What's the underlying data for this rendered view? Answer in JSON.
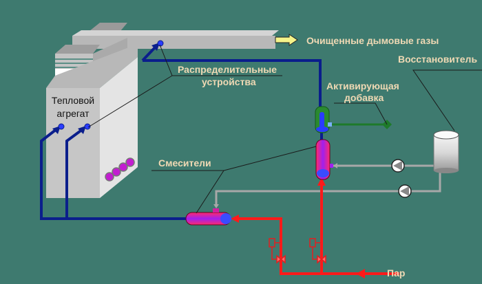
{
  "labels": {
    "flue_gas": "Очищенные дымовые газы",
    "distributors_line1": "Распределительные",
    "distributors_line2": "устройства",
    "additive_line1": "Активирующая",
    "additive_line2": "добавка",
    "reductant": "Восстановитель",
    "heat_unit_line1": "Тепловой",
    "heat_unit_line2": "агрегат",
    "mixers": "Смесители",
    "steam": "Пар"
  },
  "colors": {
    "background": "#3e7a6f",
    "label": "#efd9b4",
    "blue_pipe": "#0a1e8c",
    "steam_pipe": "#ff1a1a",
    "additive_pipe": "#1e7a2a",
    "reagent_pipe": "#a8a8a8"
  }
}
